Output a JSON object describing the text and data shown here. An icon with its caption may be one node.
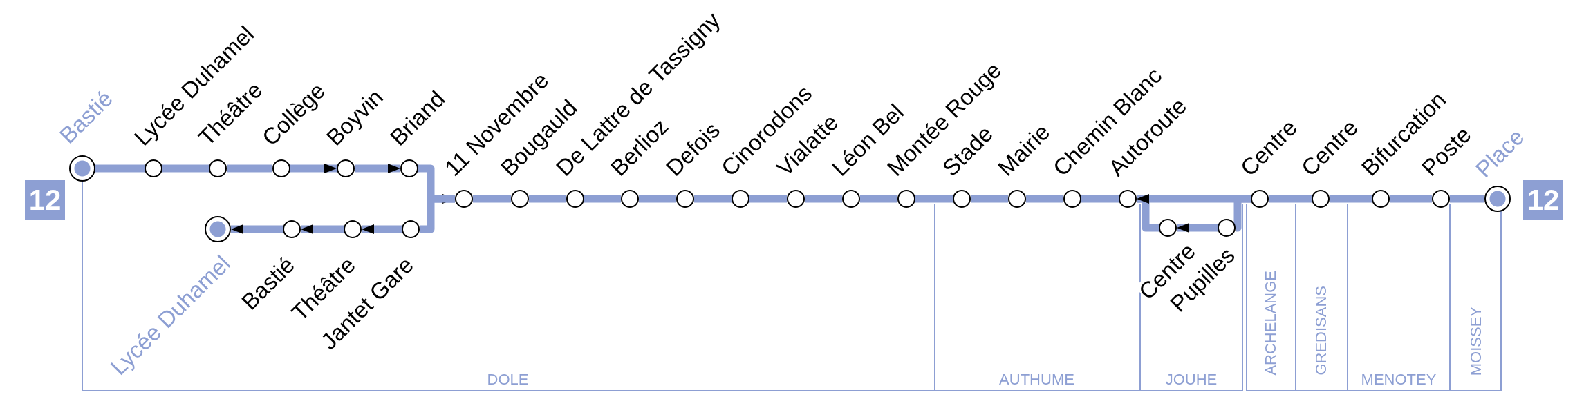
{
  "diagram": {
    "nodes": [
      {
        "text": [
          "12"
        ]
      },
      {
        "text": [
          "DOLE"
        ]
      },
      {
        "text": [],
        "shape": "circle",
        "beside": [
          "Bastié"
        ]
      },
      {
        "text": [],
        "shape": "circle",
        "beside": [
          "Lycée Duhamel"
        ]
      },
      {
        "text": [],
        "shape": "circle",
        "beside": [
          "Théâtre"
        ]
      },
      {
        "text": [],
        "shape": "circle",
        "beside": [
          "Collège"
        ]
      },
      {
        "text": [],
        "shape": "circle",
        "beside": [
          "Boyvin"
        ]
      },
      {
        "text": [],
        "shape": "circle",
        "beside": [
          "Briand"
        ]
      },
      {
        "text": [],
        "shape": "circle",
        "beside": [
          "Lycée Duhamel"
        ],
        "in": 1
      },
      {
        "text": [],
        "shape": "circle",
        "beside": [
          "Bastié"
        ],
        "in": 1
      },
      {
        "text": [],
        "shape": "circle",
        "beside": [
          "Théâtre"
        ],
        "in": 1
      },
      {
        "text": [],
        "shape": "circle",
        "beside": [
          "Jantet Gare"
        ],
        "in": 1
      },
      {
        "text": [],
        "shape": "circle",
        "beside": [
          "11 Novembre"
        ]
      },
      {
        "text": [],
        "shape": "circle",
        "beside": [
          "Bougauld"
        ]
      },
      {
        "text": [],
        "shape": "circle",
        "beside": [
          "De Lattre de Tassigny"
        ]
      },
      {
        "text": [],
        "shape": "circle",
        "beside": [
          "Berlioz"
        ]
      },
      {
        "text": [],
        "shape": "circle",
        "beside": [
          "Defois"
        ]
      },
      {
        "text": [],
        "shape": "circle",
        "beside": [
          "Cinorodons"
        ]
      },
      {
        "text": [],
        "shape": "circle",
        "beside": [
          "Vialatte"
        ]
      },
      {
        "text": [],
        "shape": "circle",
        "beside": [
          "Léon Bel"
        ]
      },
      {
        "text": [],
        "shape": "circle",
        "beside": [
          "Montée Rouge"
        ]
      },
      {
        "text": [
          "AUTHUME"
        ]
      },
      {
        "text": [],
        "shape": "circle",
        "beside": [
          "Stade"
        ]
      },
      {
        "text": [],
        "shape": "circle",
        "beside": [
          "Mairie"
        ]
      },
      {
        "text": [],
        "shape": "circle",
        "beside": [
          "Chemin Blanc"
        ]
      },
      {
        "text": [],
        "shape": "circle",
        "beside": [
          "Autoroute"
        ]
      },
      {
        "text": [
          "JOUHE"
        ]
      },
      {
        "text": [],
        "shape": "circle",
        "beside": [
          "Centre"
        ],
        "in": 26
      },
      {
        "text": [],
        "shape": "circle",
        "beside": [
          "Pupilles"
        ],
        "in": 26
      },
      {
        "text": [
          "ARCHELANGE"
        ]
      },
      {
        "text": [],
        "shape": "circle",
        "beside": [
          "Centre"
        ]
      },
      {
        "text": [
          "GREDISANS"
        ]
      },
      {
        "text": [],
        "shape": "circle",
        "beside": [
          "Centre"
        ]
      },
      {
        "text": [
          "MENOTEY"
        ]
      },
      {
        "text": [],
        "shape": "circle",
        "beside": [
          "Bifurcation"
        ]
      },
      {
        "text": [],
        "shape": "circle",
        "beside": [
          "Poste"
        ]
      },
      {
        "text": [
          "MOISSEY"
        ]
      },
      {
        "text": [],
        "shape": "circle",
        "beside": [
          "Place"
        ]
      },
      {
        "text": [
          "12"
        ]
      }
    ],
    "edges": [
      {
        "from": 2,
        "to": 3,
        "arrow": "none"
      },
      {
        "from": 3,
        "to": 4,
        "arrow": "none"
      },
      {
        "from": 4,
        "to": 5,
        "arrow": "none"
      },
      {
        "from": 5,
        "to": 6,
        "arrow": "to"
      },
      {
        "from": 6,
        "to": 7,
        "arrow": "to"
      },
      {
        "from": 7,
        "to": 12,
        "arrow": "to"
      },
      {
        "from": 12,
        "to": 11,
        "arrow": "none"
      },
      {
        "from": 11,
        "to": 10,
        "arrow": "to"
      },
      {
        "from": 10,
        "to": 9,
        "arrow": "to"
      },
      {
        "from": 9,
        "to": 8,
        "arrow": "to"
      },
      {
        "from": 12,
        "to": 13,
        "arrow": "none"
      },
      {
        "from": 13,
        "to": 14,
        "arrow": "none"
      },
      {
        "from": 14,
        "to": 15,
        "arrow": "none"
      },
      {
        "from": 15,
        "to": 16,
        "arrow": "none"
      },
      {
        "from": 16,
        "to": 17,
        "arrow": "none"
      },
      {
        "from": 17,
        "to": 18,
        "arrow": "none"
      },
      {
        "from": 18,
        "to": 19,
        "arrow": "none"
      },
      {
        "from": 19,
        "to": 20,
        "arrow": "none"
      },
      {
        "from": 20,
        "to": 22,
        "arrow": "none"
      },
      {
        "from": 22,
        "to": 23,
        "arrow": "none"
      },
      {
        "from": 23,
        "to": 24,
        "arrow": "none"
      },
      {
        "from": 24,
        "to": 25,
        "arrow": "none"
      },
      {
        "from": 25,
        "to": 30,
        "arrow": "none"
      },
      {
        "from": 30,
        "to": 28,
        "arrow": "none"
      },
      {
        "from": 28,
        "to": 27,
        "arrow": "to"
      },
      {
        "from": 27,
        "to": 25,
        "arrow": "to"
      },
      {
        "from": 30,
        "to": 32,
        "arrow": "none"
      },
      {
        "from": 32,
        "to": 34,
        "arrow": "none"
      },
      {
        "from": 34,
        "to": 35,
        "arrow": "none"
      },
      {
        "from": 35,
        "to": 37,
        "arrow": "none"
      }
    ]
  }
}
